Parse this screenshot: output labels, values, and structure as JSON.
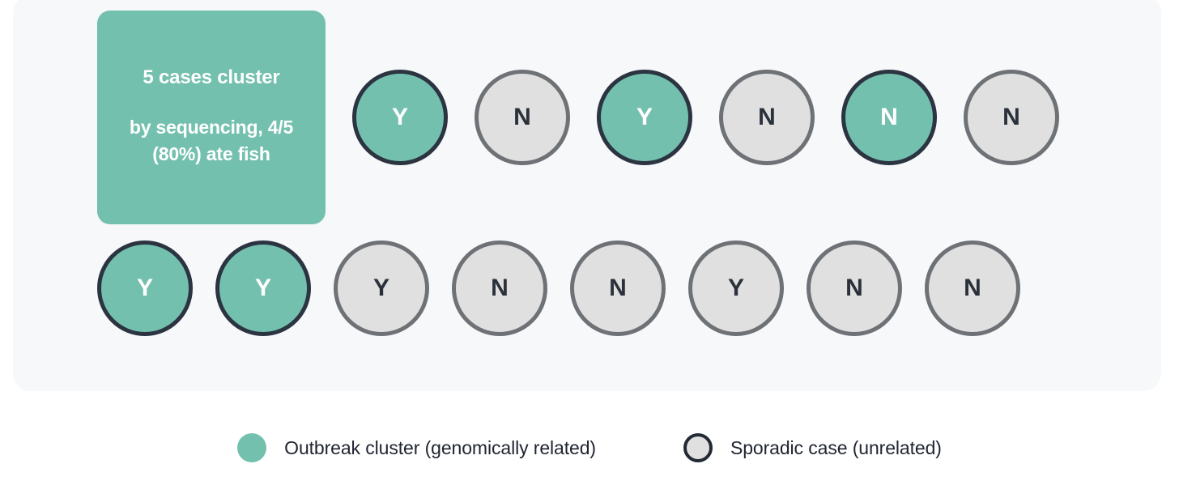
{
  "panel": {
    "background_color": "#f6f8fa"
  },
  "callout": {
    "title": "5 cases cluster",
    "subtitle": "by sequencing, 4/5 (80%) ate fish",
    "background_color": "#74c0ae",
    "text_color": "#ffffff"
  },
  "colors": {
    "cluster_fill": "#74c0ae",
    "cluster_border": "#2b3440",
    "sporadic_fill": "#e0e0e0",
    "sporadic_border": "#6e7175",
    "letter_dark": "#2b313b",
    "letter_light": "#ffffff"
  },
  "rows": [
    {
      "name": "row-1",
      "cases": [
        {
          "label": "Y",
          "type": "cluster"
        },
        {
          "label": "N",
          "type": "sporadic"
        },
        {
          "label": "Y",
          "type": "cluster"
        },
        {
          "label": "N",
          "type": "sporadic"
        },
        {
          "label": "N",
          "type": "cluster"
        },
        {
          "label": "N",
          "type": "sporadic"
        }
      ]
    },
    {
      "name": "row-2",
      "cases": [
        {
          "label": "Y",
          "type": "cluster"
        },
        {
          "label": "Y",
          "type": "cluster"
        },
        {
          "label": "Y",
          "type": "sporadic"
        },
        {
          "label": "N",
          "type": "sporadic"
        },
        {
          "label": "N",
          "type": "sporadic"
        },
        {
          "label": "Y",
          "type": "sporadic"
        },
        {
          "label": "N",
          "type": "sporadic"
        },
        {
          "label": "N",
          "type": "sporadic"
        }
      ]
    }
  ],
  "legend": {
    "items": [
      {
        "label": "Outbreak cluster (genomically related)",
        "type": "cluster"
      },
      {
        "label": "Sporadic case (unrelated)",
        "type": "sporadic"
      }
    ]
  }
}
